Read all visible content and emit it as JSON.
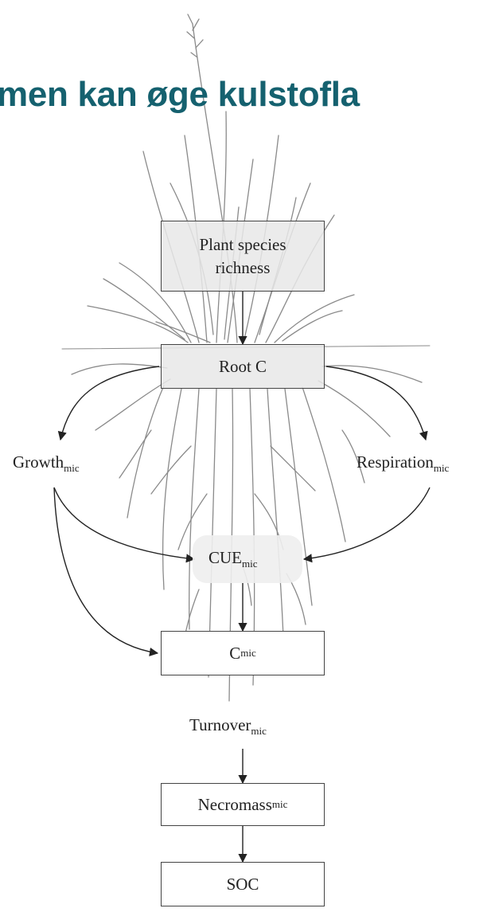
{
  "title": "men kan øge kulstofla",
  "nodes": {
    "plant_species_richness": {
      "line1": "Plant species",
      "line2": "richness"
    },
    "root_c": "Root C",
    "growth": {
      "base": "Growth",
      "sub": "mic"
    },
    "respiration": {
      "base": "Respiration",
      "sub": "mic"
    },
    "cue": {
      "base": "CUE",
      "sub": "mic"
    },
    "c_mic": {
      "base": "C",
      "sub": "mic"
    },
    "turnover": {
      "base": "Turnover",
      "sub": "mic"
    },
    "necromass": {
      "base": "Necromass",
      "sub": "mic"
    },
    "soc": "SOC"
  },
  "colors": {
    "title": "#15616f",
    "line": "#333333",
    "plant": "#8a8a8a"
  }
}
